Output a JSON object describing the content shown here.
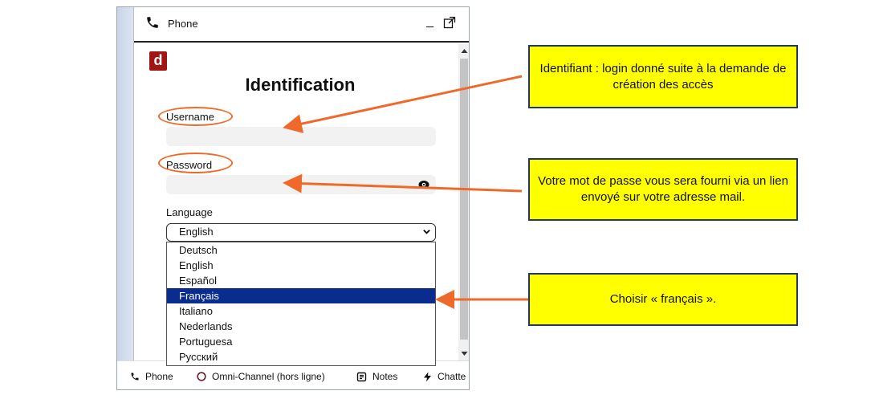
{
  "panel": {
    "header_title": "Phone",
    "logo_letter": "d",
    "form_title": "Identification",
    "username_label": "Username",
    "password_label": "Password",
    "language_label": "Language",
    "language_selected": "English",
    "language_options": [
      "Deutsch",
      "English",
      "Español",
      "Français",
      "Italiano",
      "Nederlands",
      "Portuguesa",
      "Русский"
    ],
    "highlighted_option": "Français"
  },
  "tabs": [
    {
      "label": "Phone",
      "icon": "phone-icon"
    },
    {
      "label": "Omni-Channel (hors ligne)",
      "icon": "circle-icon"
    },
    {
      "label": "Notes",
      "icon": "notes-icon"
    },
    {
      "label": "Chatte",
      "icon": "lightning-icon"
    }
  ],
  "annotations": {
    "identifiant": "Identifiant : login donné suite à la demande de création des accès",
    "password": "Votre mot de passe vous sera fourni via un lien envoyé sur votre adresse mail.",
    "language": "Choisir « français »."
  },
  "colors": {
    "annotation_fill": "#ffff00",
    "annotation_border": "#1f3864",
    "arrow": "#ef6a2a",
    "selection": "#0a2c8f",
    "logo": "#a31515"
  }
}
